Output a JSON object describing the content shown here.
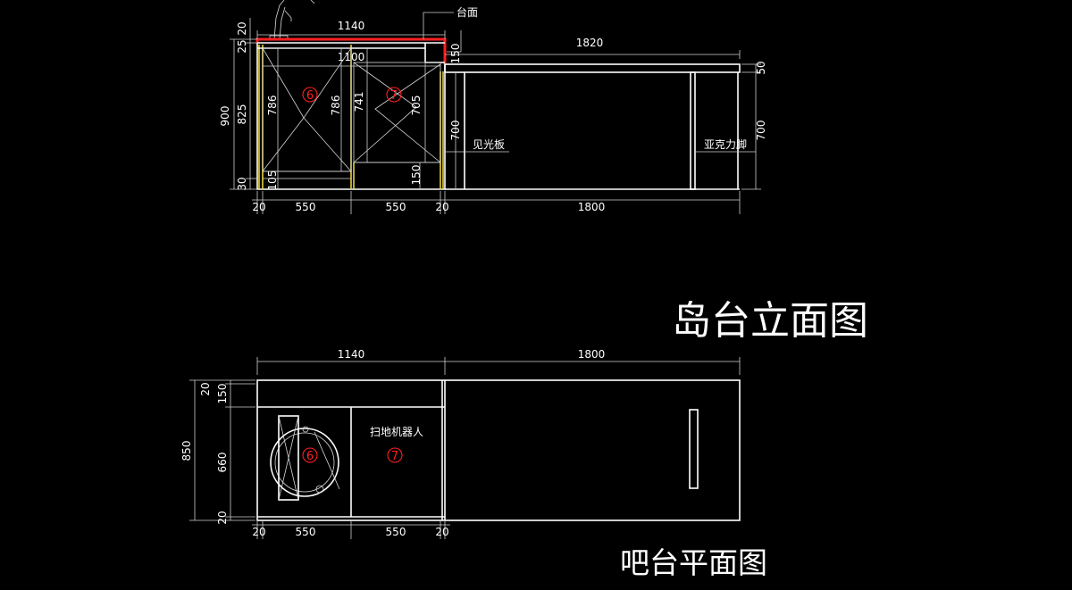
{
  "titles": {
    "elevation": "岛台立面图",
    "plan": "吧台平面图"
  },
  "elevation": {
    "top": {
      "overall_width": "1140",
      "inner_width": "1100",
      "bar_width": "1820"
    },
    "left": {
      "total_height": "900",
      "top_20": "20",
      "top_25": "25",
      "body_825": "825",
      "base_30": "30"
    },
    "inner": {
      "door_h_left": "786",
      "door_h_mid": "786",
      "door_h_741": "741",
      "door_h_705": "705",
      "bottom_105": "105",
      "bottom_150": "150",
      "side_700": "700",
      "step_150": "150"
    },
    "right": {
      "top_50": "50",
      "leg_700": "700"
    },
    "bottom": {
      "d1": "20",
      "d2": "550",
      "d3": "550",
      "d4": "20",
      "d5": "1800"
    },
    "labels": {
      "countertop": "台面",
      "panel": "见光板",
      "acrylic_leg": "亚克力脚"
    },
    "marks": {
      "m6": "6",
      "m7": "7"
    }
  },
  "plan": {
    "top": {
      "left_width": "1140",
      "right_width": "1800"
    },
    "left": {
      "total_depth": "850",
      "top_20": "20",
      "top_150": "150",
      "mid_660": "660",
      "bottom_20": "20"
    },
    "bottom": {
      "d1": "20",
      "d2": "550",
      "d3": "550",
      "d4": "20"
    },
    "labels": {
      "robot": "扫地机器人"
    },
    "marks": {
      "m6": "6",
      "m7": "7"
    }
  }
}
